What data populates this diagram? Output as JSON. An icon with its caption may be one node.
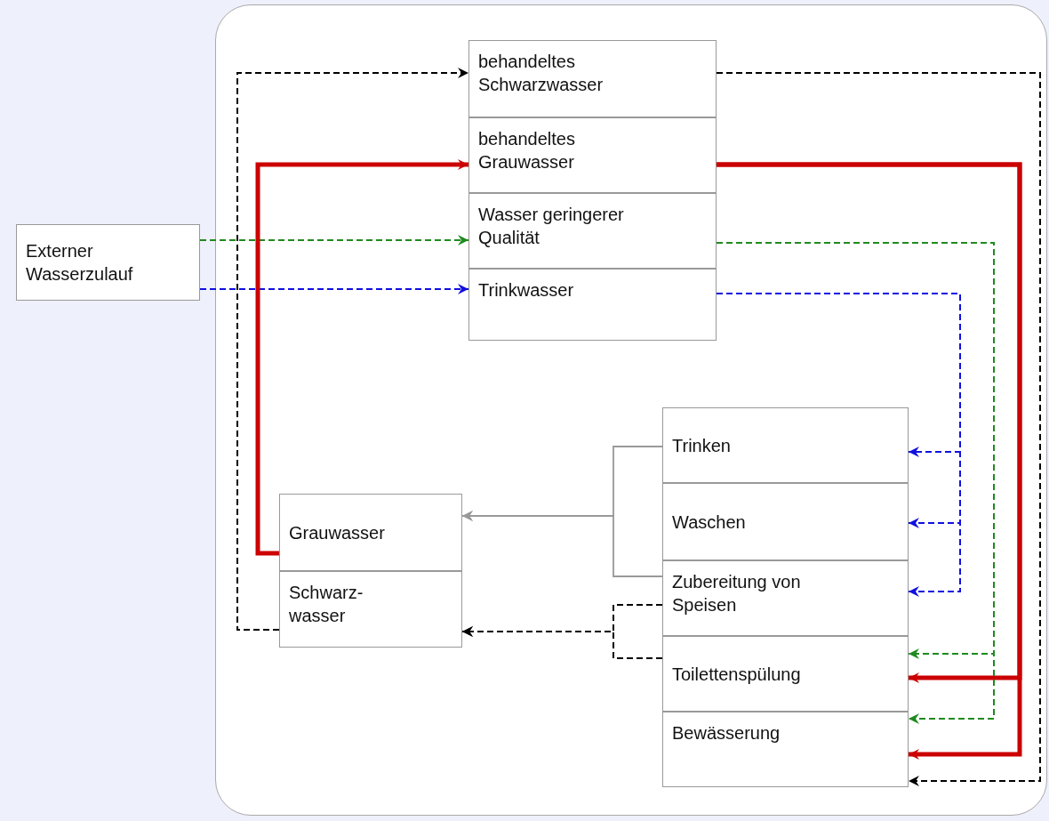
{
  "diagram": {
    "nodes": [
      {
        "text": [
          "Externer Wasserzulauf"
        ]
      },
      {
        "text": [
          "behandeltes Schwarzwasser"
        ]
      },
      {
        "text": [
          "behandeltes Grauwasser"
        ]
      },
      {
        "text": [
          "Wasser geringerer Qualität"
        ]
      },
      {
        "text": [
          "Trinkwasser"
        ]
      },
      {
        "text": [
          "Grauwasser"
        ]
      },
      {
        "text": [
          "Schwarz- wasser"
        ]
      },
      {
        "text": [
          "Trinken"
        ]
      },
      {
        "text": [
          "Waschen"
        ]
      },
      {
        "text": [
          "Zubereitung von Speisen"
        ]
      },
      {
        "text": [
          "Toilettenspülung"
        ]
      },
      {
        "text": [
          "Bewässerung"
        ]
      }
    ],
    "edges": [
      {
        "from": 0,
        "to": 3,
        "arrow": "to",
        "style": "dashed",
        "color": "#1f8a1f"
      },
      {
        "from": 0,
        "to": 4,
        "arrow": "to",
        "style": "dashed",
        "color": "#1010e0"
      },
      {
        "from": 5,
        "to": 2,
        "arrow": "to",
        "style": "thick",
        "color": "#cc0000"
      },
      {
        "from": 6,
        "to": 1,
        "arrow": "to",
        "style": "dashed",
        "color": "#000000"
      },
      {
        "from": 2,
        "to": 10,
        "arrow": "to",
        "style": "thick",
        "color": "#cc0000"
      },
      {
        "from": 2,
        "to": 11,
        "arrow": "to",
        "style": "thick",
        "color": "#cc0000"
      },
      {
        "from": 3,
        "to": 10,
        "arrow": "to",
        "style": "dashed",
        "color": "#1f8a1f"
      },
      {
        "from": 3,
        "to": 11,
        "arrow": "to",
        "style": "dashed",
        "color": "#1f8a1f"
      },
      {
        "from": 4,
        "to": 7,
        "arrow": "to",
        "style": "dashed",
        "color": "#1010e0"
      },
      {
        "from": 4,
        "to": 8,
        "arrow": "to",
        "style": "dashed",
        "color": "#1010e0"
      },
      {
        "from": 4,
        "to": 9,
        "arrow": "to",
        "style": "dashed",
        "color": "#1010e0"
      },
      {
        "from": 1,
        "to": 11,
        "arrow": "to",
        "style": "dashed",
        "color": "#000000"
      },
      {
        "from": 7,
        "to": 5,
        "arrow": "to",
        "color": "#999999"
      },
      {
        "from": 9,
        "to": 5,
        "arrow": "to",
        "color": "#999999"
      },
      {
        "from": 9,
        "to": 6,
        "arrow": "to",
        "style": "dashed",
        "color": "#000000"
      },
      {
        "from": 10,
        "to": 6,
        "arrow": "to",
        "style": "dashed",
        "color": "#000000"
      }
    ]
  }
}
